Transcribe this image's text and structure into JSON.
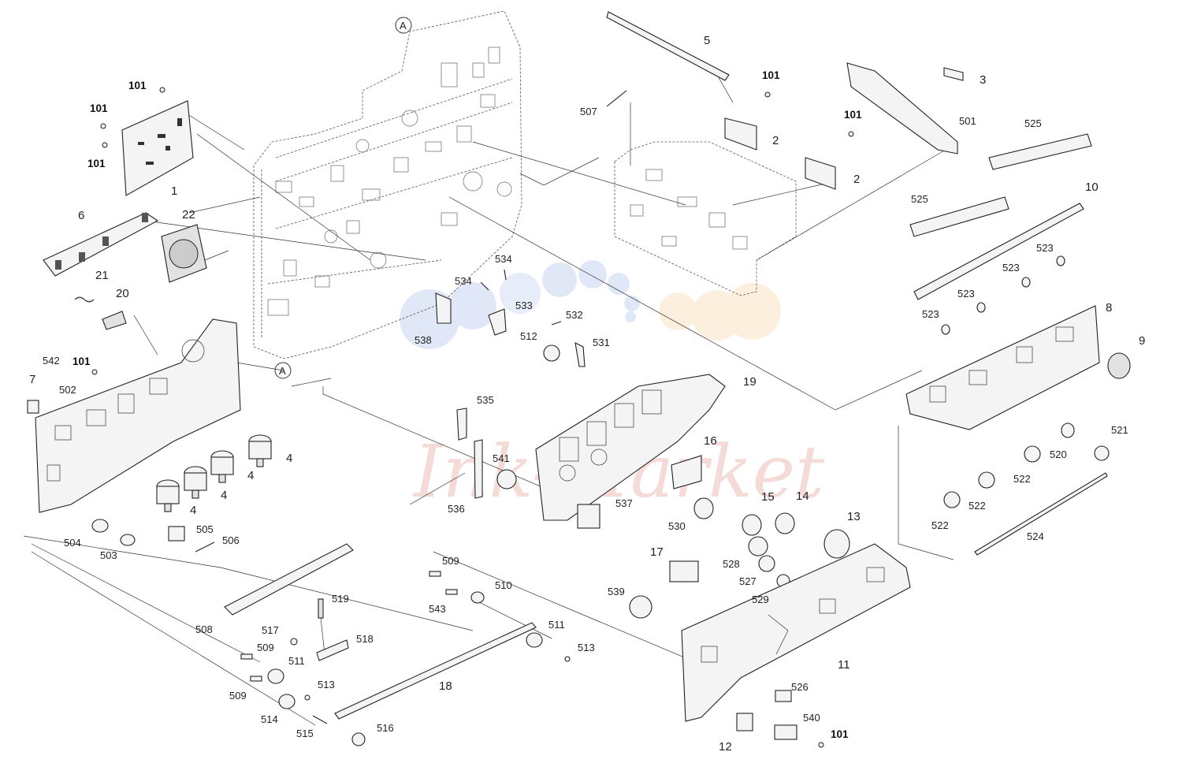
{
  "diagram": {
    "watermark": "Ink-Market",
    "ref_marker": "A",
    "labels": [
      {
        "id": "l101a",
        "text": "101"
      },
      {
        "id": "l101b",
        "text": "101"
      },
      {
        "id": "l101c",
        "text": "101"
      },
      {
        "id": "l1",
        "text": "1"
      },
      {
        "id": "l6",
        "text": "6"
      },
      {
        "id": "l22",
        "text": "22"
      },
      {
        "id": "l21",
        "text": "21"
      },
      {
        "id": "l20",
        "text": "20"
      },
      {
        "id": "l542",
        "text": "542"
      },
      {
        "id": "l101d",
        "text": "101"
      },
      {
        "id": "l7",
        "text": "7"
      },
      {
        "id": "l502",
        "text": "502"
      },
      {
        "id": "l4a",
        "text": "4"
      },
      {
        "id": "l4b",
        "text": "4"
      },
      {
        "id": "l4c",
        "text": "4"
      },
      {
        "id": "l4d",
        "text": "4"
      },
      {
        "id": "l504",
        "text": "504"
      },
      {
        "id": "l503",
        "text": "503"
      },
      {
        "id": "l505",
        "text": "505"
      },
      {
        "id": "l506",
        "text": "506"
      },
      {
        "id": "l508",
        "text": "508"
      },
      {
        "id": "l519",
        "text": "519"
      },
      {
        "id": "l517",
        "text": "517"
      },
      {
        "id": "l518",
        "text": "518"
      },
      {
        "id": "l509a",
        "text": "509"
      },
      {
        "id": "l511a",
        "text": "511"
      },
      {
        "id": "l513a",
        "text": "513"
      },
      {
        "id": "l509b",
        "text": "509"
      },
      {
        "id": "l514",
        "text": "514"
      },
      {
        "id": "l515",
        "text": "515"
      },
      {
        "id": "l516",
        "text": "516"
      },
      {
        "id": "l18",
        "text": "18"
      },
      {
        "id": "l509c",
        "text": "509"
      },
      {
        "id": "l543",
        "text": "543"
      },
      {
        "id": "l510",
        "text": "510"
      },
      {
        "id": "l511b",
        "text": "511"
      },
      {
        "id": "l513b",
        "text": "513"
      },
      {
        "id": "l5",
        "text": "5"
      },
      {
        "id": "l507",
        "text": "507"
      },
      {
        "id": "l101e",
        "text": "101"
      },
      {
        "id": "l2a",
        "text": "2"
      },
      {
        "id": "l101f",
        "text": "101"
      },
      {
        "id": "l2b",
        "text": "2"
      },
      {
        "id": "l3",
        "text": "3"
      },
      {
        "id": "l501",
        "text": "501"
      },
      {
        "id": "l525a",
        "text": "525"
      },
      {
        "id": "l525b",
        "text": "525"
      },
      {
        "id": "l10",
        "text": "10"
      },
      {
        "id": "l523a",
        "text": "523"
      },
      {
        "id": "l523b",
        "text": "523"
      },
      {
        "id": "l523c",
        "text": "523"
      },
      {
        "id": "l523d",
        "text": "523"
      },
      {
        "id": "l8",
        "text": "8"
      },
      {
        "id": "l9",
        "text": "9"
      },
      {
        "id": "l521",
        "text": "521"
      },
      {
        "id": "l520",
        "text": "520"
      },
      {
        "id": "l522a",
        "text": "522"
      },
      {
        "id": "l522b",
        "text": "522"
      },
      {
        "id": "l522c",
        "text": "522"
      },
      {
        "id": "l524",
        "text": "524"
      },
      {
        "id": "l534a",
        "text": "534"
      },
      {
        "id": "l534b",
        "text": "534"
      },
      {
        "id": "l533",
        "text": "533"
      },
      {
        "id": "l532",
        "text": "532"
      },
      {
        "id": "l538",
        "text": "538"
      },
      {
        "id": "l512",
        "text": "512"
      },
      {
        "id": "l531",
        "text": "531"
      },
      {
        "id": "l19",
        "text": "19"
      },
      {
        "id": "l535",
        "text": "535"
      },
      {
        "id": "l541",
        "text": "541"
      },
      {
        "id": "l536",
        "text": "536"
      },
      {
        "id": "l537",
        "text": "537"
      },
      {
        "id": "l16",
        "text": "16"
      },
      {
        "id": "l530",
        "text": "530"
      },
      {
        "id": "l15",
        "text": "15"
      },
      {
        "id": "l14",
        "text": "14"
      },
      {
        "id": "l13",
        "text": "13"
      },
      {
        "id": "l17",
        "text": "17"
      },
      {
        "id": "l528",
        "text": "528"
      },
      {
        "id": "l527",
        "text": "527"
      },
      {
        "id": "l529",
        "text": "529"
      },
      {
        "id": "l539",
        "text": "539"
      },
      {
        "id": "l11",
        "text": "11"
      },
      {
        "id": "l526",
        "text": "526"
      },
      {
        "id": "l540",
        "text": "540"
      },
      {
        "id": "l12",
        "text": "12"
      },
      {
        "id": "l101g",
        "text": "101"
      }
    ]
  }
}
